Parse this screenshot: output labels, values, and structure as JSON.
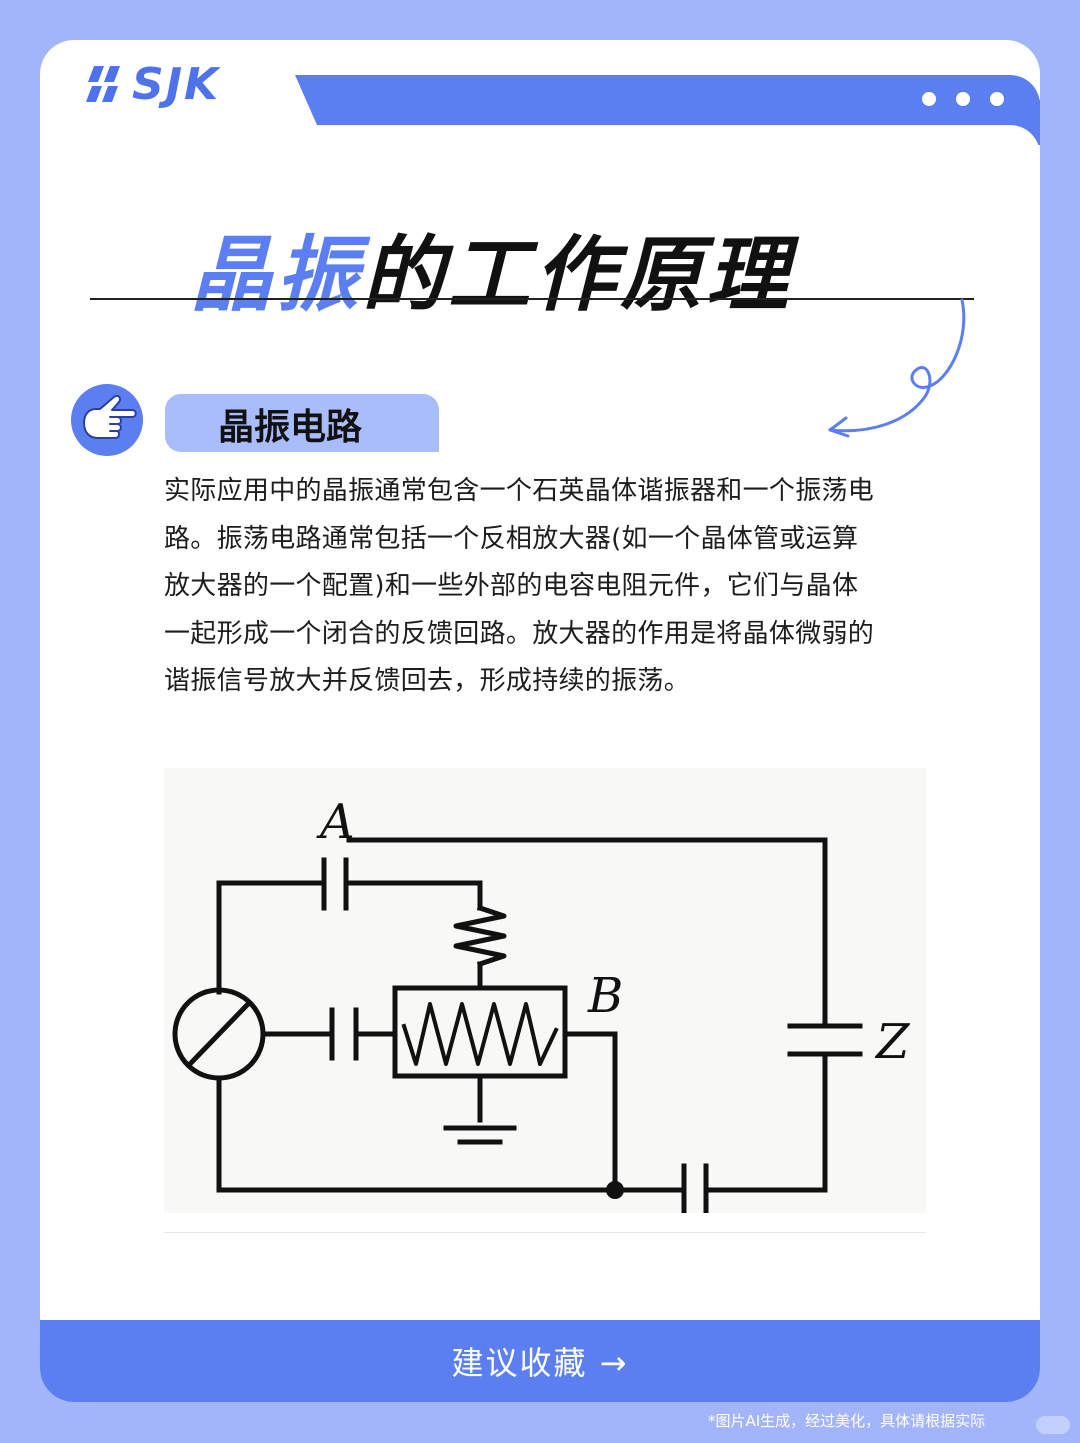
{
  "brand": {
    "logo_text": "SJK",
    "accent": "#5b7ef0",
    "light_accent": "#a9bcfb"
  },
  "header": {
    "menu_icon": "more-dots-icon"
  },
  "title": {
    "highlight": "晶振",
    "rest": "的工作原理"
  },
  "section": {
    "icon": "pointing-hand-icon",
    "label": "晶振电路"
  },
  "body": {
    "lines": [
      "实际应用中的晶振通常包含一个石英晶体谐振器和一个振荡电",
      "路。振荡电路通常包括一个反相放大器(如一个晶体管或运算",
      "放大器的一个配置)和一些外部的电容电阻元件，它们与晶体",
      "一起形成一个闭合的反馈回路。放大器的作用是将晶体微弱的",
      "谐振信号放大并反馈回去，形成持续的振荡。"
    ]
  },
  "diagram": {
    "label_a": "A",
    "label_b": "B",
    "label_z": "Z"
  },
  "cta": {
    "text": "建议收藏 →"
  },
  "footnote": "*图片AI生成，经过美化，具体请根据实际"
}
